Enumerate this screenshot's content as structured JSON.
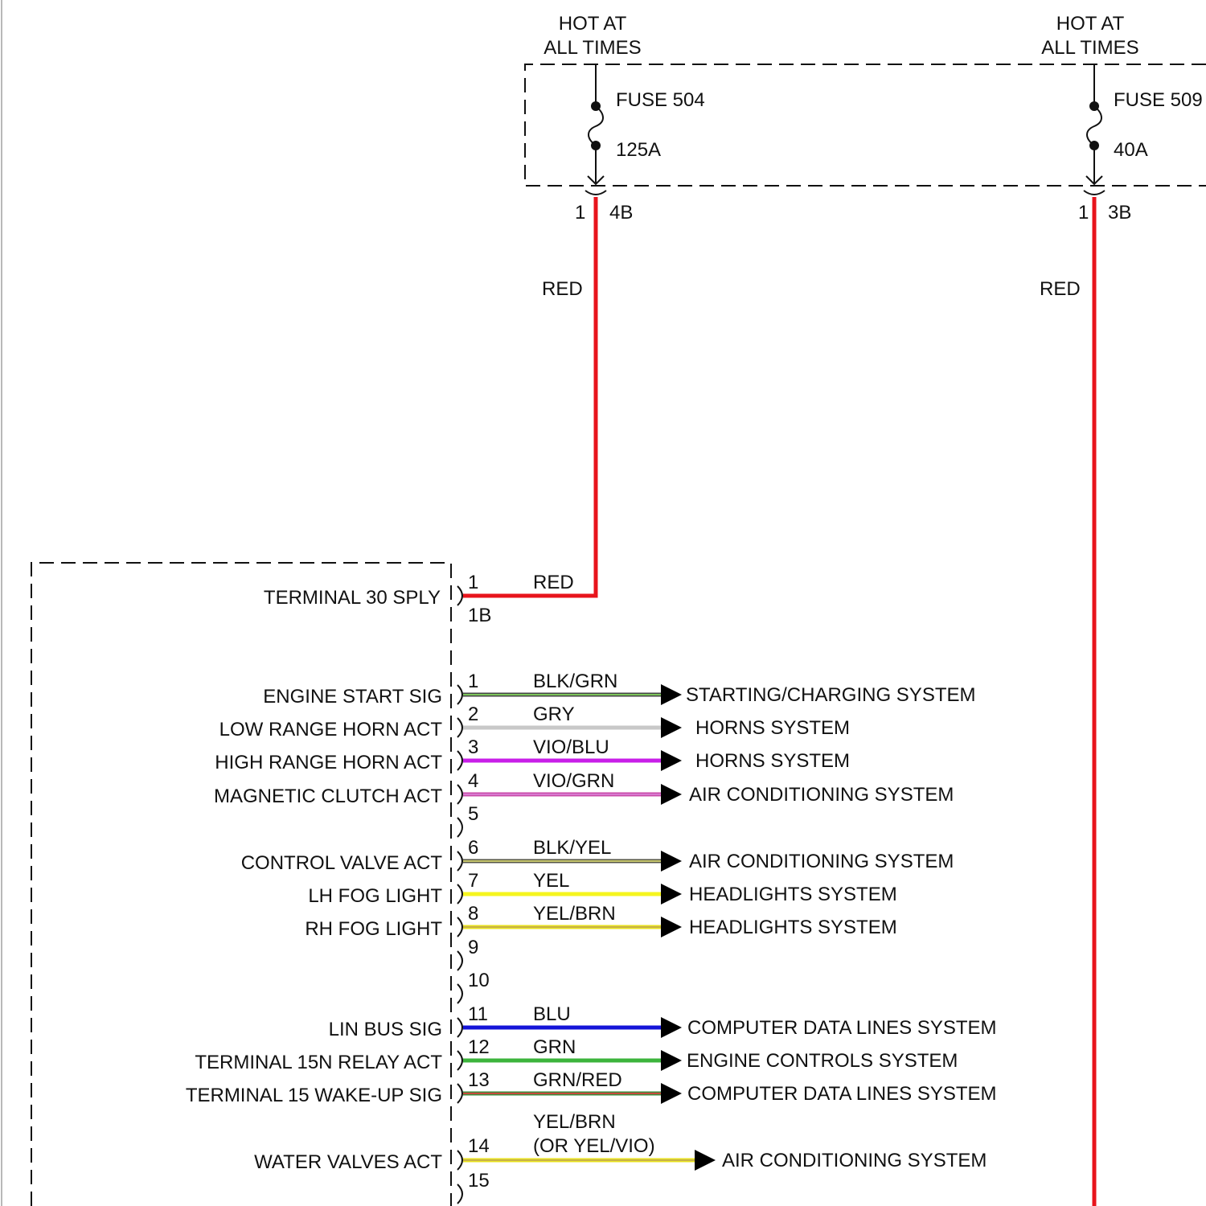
{
  "supply_circuits": [
    {
      "hot_label": [
        "HOT AT",
        "ALL TIMES"
      ],
      "fuse_name": "FUSE 504",
      "fuse_rating": "125A",
      "pin": "1",
      "connector": "4B",
      "wire_color_label": "RED"
    },
    {
      "hot_label": [
        "HOT AT",
        "ALL TIMES"
      ],
      "fuse_name": "FUSE 509",
      "fuse_rating": "40A",
      "pin": "1",
      "connector": "3B",
      "wire_color_label": "RED"
    }
  ],
  "module": {
    "supply_input": {
      "signal": "TERMINAL 30 SPLY",
      "pin": "1",
      "connector": "1B",
      "wire_color_label": "RED"
    },
    "pins": [
      {
        "pin": "1",
        "signal": "ENGINE START SIG",
        "wire": "BLK/GRN",
        "destination": "STARTING/CHARGING SYSTEM"
      },
      {
        "pin": "2",
        "signal": "LOW RANGE HORN ACT",
        "wire": "GRY",
        "destination": "HORNS SYSTEM"
      },
      {
        "pin": "3",
        "signal": "HIGH RANGE HORN ACT",
        "wire": "VIO/BLU",
        "destination": "HORNS SYSTEM"
      },
      {
        "pin": "4",
        "signal": "MAGNETIC CLUTCH ACT",
        "wire": "VIO/GRN",
        "destination": "AIR CONDITIONING SYSTEM"
      },
      {
        "pin": "5"
      },
      {
        "pin": "6",
        "signal": "CONTROL VALVE ACT",
        "wire": "BLK/YEL",
        "destination": "AIR CONDITIONING SYSTEM"
      },
      {
        "pin": "7",
        "signal": "LH FOG LIGHT",
        "wire": "YEL",
        "destination": "HEADLIGHTS SYSTEM"
      },
      {
        "pin": "8",
        "signal": "RH FOG LIGHT",
        "wire": "YEL/BRN",
        "destination": "HEADLIGHTS SYSTEM"
      },
      {
        "pin": "9"
      },
      {
        "pin": "10"
      },
      {
        "pin": "11",
        "signal": "LIN BUS SIG",
        "wire": "BLU",
        "destination": "COMPUTER DATA LINES SYSTEM"
      },
      {
        "pin": "12",
        "signal": "TERMINAL 15N RELAY ACT",
        "wire": "GRN",
        "destination": "ENGINE CONTROLS SYSTEM"
      },
      {
        "pin": "13",
        "signal": "TERMINAL 15 WAKE-UP SIG",
        "wire": "GRN/RED",
        "destination": "COMPUTER DATA LINES SYSTEM"
      },
      {
        "pin": "14",
        "signal": "WATER VALVES ACT",
        "wire": "YEL/BRN",
        "wire_alt": "(OR YEL/VIO)",
        "destination": "AIR CONDITIONING SYSTEM"
      },
      {
        "pin": "15"
      }
    ]
  },
  "wire_colors": {
    "RED": "#e8141c",
    "BLK/GRN": [
      "#444444",
      "#7cc45a"
    ],
    "GRY": [
      "#c8c8c8",
      "#c8c8c8"
    ],
    "VIO/BLU": [
      "#c81ee8",
      "#c81ee8"
    ],
    "VIO/GRN": [
      "#c84aa8",
      "#d87ad0"
    ],
    "BLK/YEL": [
      "#555544",
      "#c8c870"
    ],
    "YEL": [
      "#f5f51e",
      "#f5f51e"
    ],
    "YEL/BRN": [
      "#e8e21e",
      "#c8b24a"
    ],
    "BLU": [
      "#1414d8",
      "#1414d8"
    ],
    "GRN": [
      "#3cb43c",
      "#3cb43c"
    ],
    "GRN/RED": [
      "#3c8c3c",
      "#c84a3c"
    ]
  }
}
